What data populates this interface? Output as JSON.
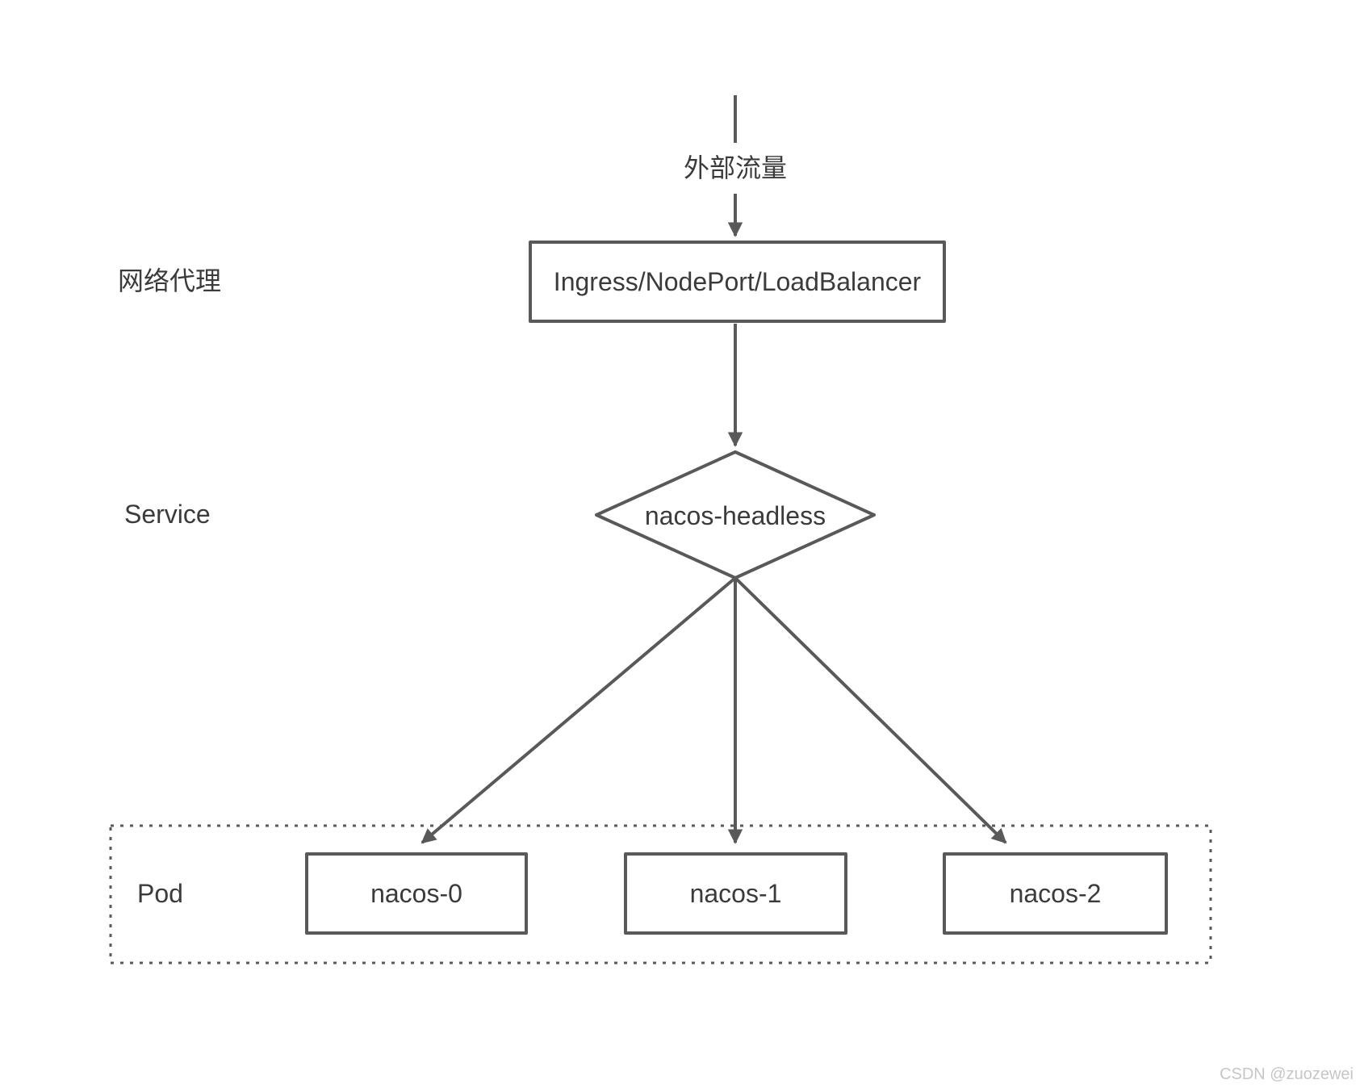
{
  "diagram": {
    "title_hint": "Nacos on Kubernetes traffic flow",
    "external_traffic_label": "外部流量",
    "row_labels": {
      "proxy": "网络代理",
      "service": "Service",
      "pod": "Pod"
    },
    "nodes": {
      "ingress": "Ingress/NodePort/LoadBalancer",
      "headless_service": "nacos-headless",
      "pods": [
        "nacos-0",
        "nacos-1",
        "nacos-2"
      ]
    },
    "edges": [
      {
        "from": "external-traffic",
        "to": "ingress",
        "arrow": true
      },
      {
        "from": "ingress",
        "to": "nacos-headless",
        "arrow": true
      },
      {
        "from": "nacos-headless",
        "to": "nacos-0",
        "arrow": true
      },
      {
        "from": "nacos-headless",
        "to": "nacos-1",
        "arrow": true
      },
      {
        "from": "nacos-headless",
        "to": "nacos-2",
        "arrow": true
      }
    ],
    "colors": {
      "line": "#595959",
      "text": "#3b3b3b",
      "watermark": "#c6c6c6",
      "background": "#ffffff"
    }
  },
  "watermark": "CSDN @zuozewei"
}
